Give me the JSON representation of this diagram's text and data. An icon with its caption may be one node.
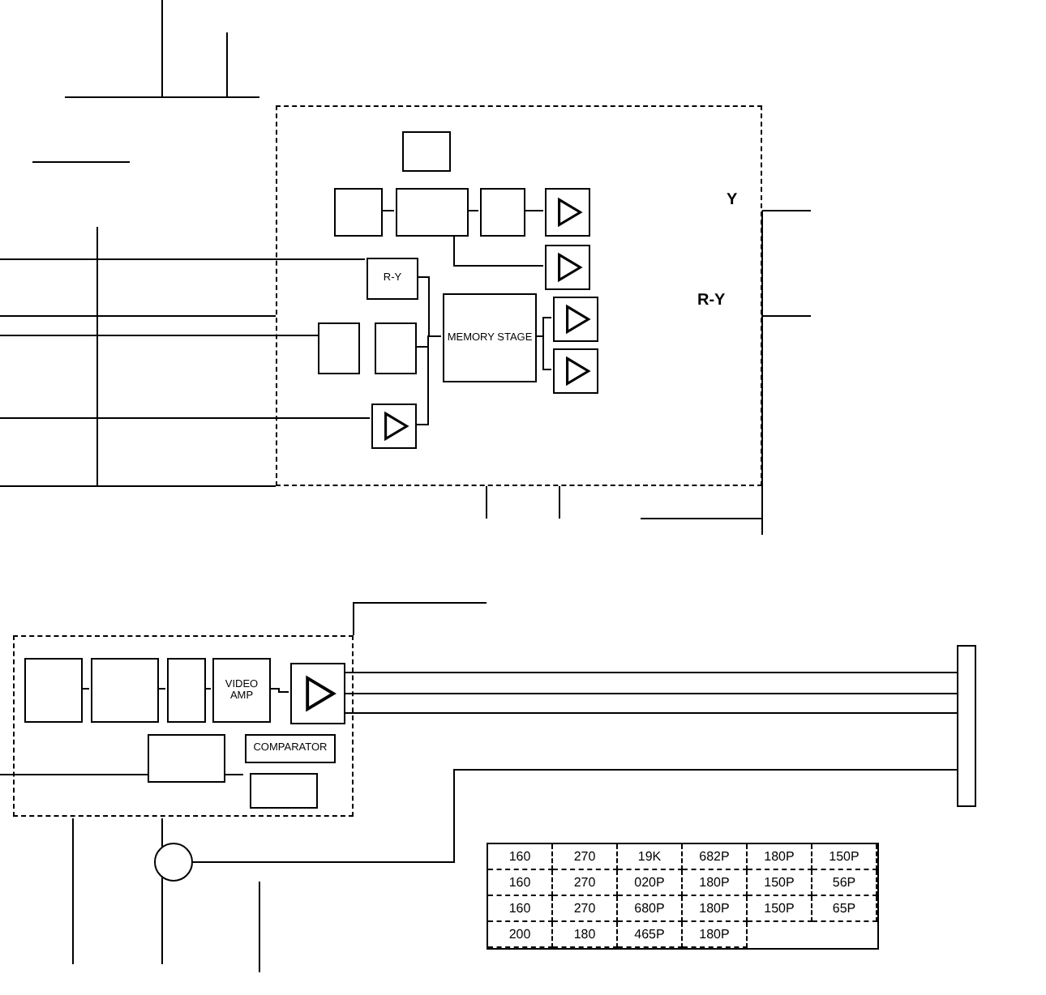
{
  "diagram": {
    "nodes": [
      {
        "text": [],
        "shape": "box"
      },
      {
        "text": [],
        "shape": "box",
        "in": 0
      },
      {
        "text": [],
        "shape": "box",
        "in": 0
      },
      {
        "text": [],
        "shape": "box",
        "in": 0
      },
      {
        "text": [],
        "shape": "box",
        "in": 0
      },
      {
        "text": [],
        "shape": "amplifier",
        "in": 0
      },
      {
        "text": [],
        "shape": "amplifier",
        "in": 0
      },
      {
        "text": [
          "R-Y"
        ],
        "in": 0
      },
      {
        "text": [],
        "shape": "box",
        "in": 0
      },
      {
        "text": [],
        "shape": "box",
        "in": 0
      },
      {
        "text": [
          "MEMORY STAGE"
        ],
        "in": 0
      },
      {
        "text": [],
        "shape": "amplifier",
        "in": 0
      },
      {
        "text": [],
        "shape": "amplifier",
        "in": 0
      },
      {
        "text": [],
        "shape": "amplifier",
        "in": 0
      },
      {
        "text": [],
        "shape": "box"
      },
      {
        "text": [],
        "shape": "box",
        "in": 14
      },
      {
        "text": [],
        "shape": "box",
        "in": 14
      },
      {
        "text": [],
        "shape": "box",
        "in": 14
      },
      {
        "text": [
          "VIDEO AMP"
        ],
        "in": 14
      },
      {
        "text": [],
        "shape": "amplifier",
        "in": 14
      },
      {
        "text": [
          "COMPARATOR"
        ],
        "in": 14
      },
      {
        "text": [],
        "shape": "box",
        "in": 14
      },
      {
        "text": [],
        "shape": "box",
        "in": 14
      },
      {
        "text": [],
        "shape": "box"
      },
      {
        "text": [],
        "shape": "circle"
      }
    ],
    "edges": [
      {
        "from": 1,
        "to": 2,
        "arrow": "none"
      },
      {
        "from": 2,
        "to": 4,
        "arrow": "none"
      },
      {
        "from": 4,
        "to": 5,
        "arrow": "none"
      },
      {
        "from": 2,
        "to": 6,
        "arrow": "none"
      },
      {
        "from": 7,
        "to": 10,
        "arrow": "none"
      },
      {
        "from": 9,
        "to": 10,
        "arrow": "none"
      },
      {
        "from": 13,
        "to": 10,
        "arrow": "none"
      },
      {
        "from": 10,
        "to": 11,
        "arrow": "none"
      },
      {
        "from": 10,
        "to": 12,
        "arrow": "none"
      },
      {
        "from": 15,
        "to": 16,
        "arrow": "none"
      },
      {
        "from": 16,
        "to": 17,
        "arrow": "none"
      },
      {
        "from": 17,
        "to": 18,
        "arrow": "none"
      },
      {
        "from": 18,
        "to": 19,
        "arrow": "none"
      },
      {
        "from": 19,
        "to": 23,
        "arrow": "none"
      },
      {
        "from": 19,
        "to": 23,
        "arrow": "none"
      },
      {
        "from": 19,
        "to": 23,
        "arrow": "none"
      },
      {
        "from": 24,
        "to": 23,
        "arrow": "none"
      }
    ],
    "labels": [
      "Y",
      "R-Y",
      "160",
      "270",
      "19K",
      "682P",
      "180P",
      "150P",
      "160",
      "270",
      "020P",
      "180P",
      "150P",
      "56P",
      "160",
      "270",
      "680P",
      "180P",
      "150P",
      "65P",
      "200",
      "180",
      "465P",
      "180P"
    ]
  }
}
